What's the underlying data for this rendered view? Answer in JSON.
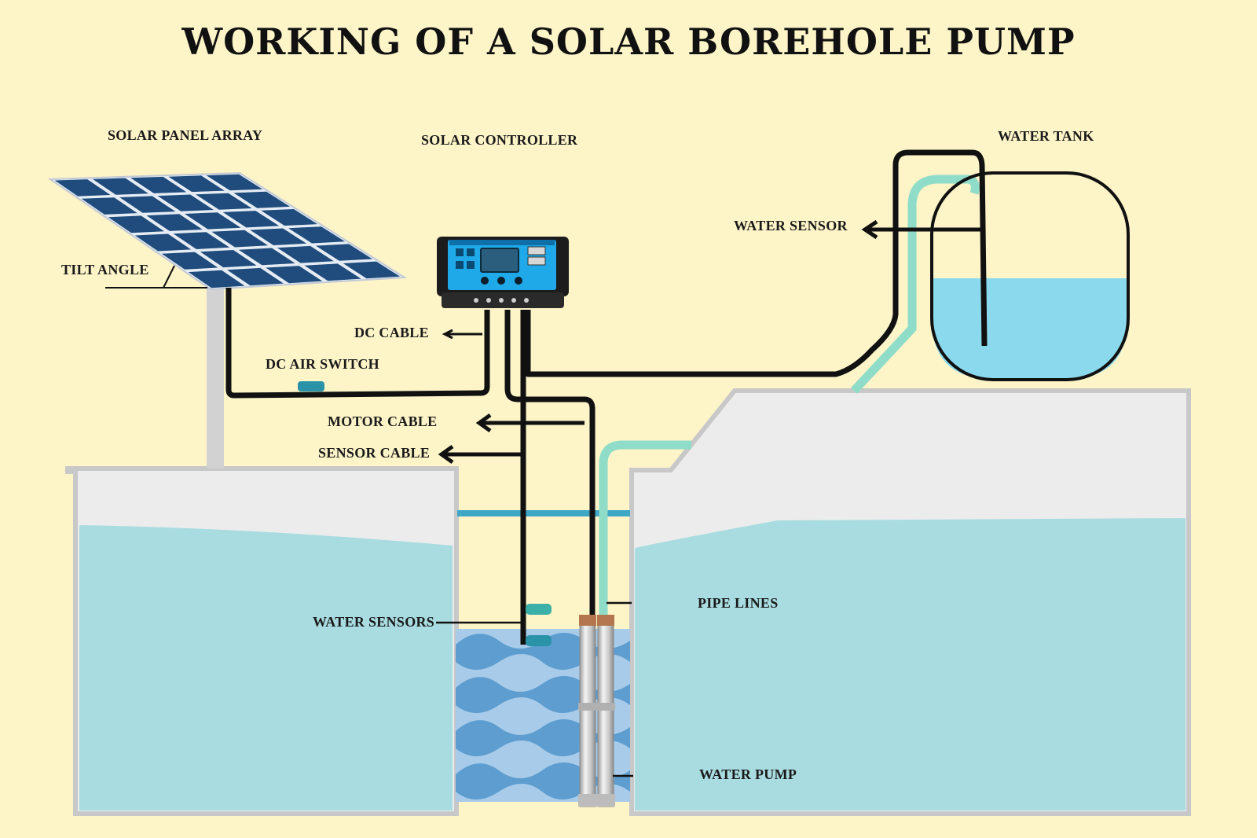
{
  "title": "WORKING OF A SOLAR BOREHOLE PUMP",
  "labels": {
    "solar_panel_array": "SOLAR PANEL ARRAY",
    "solar_controller": "SOLAR CONTROLLER",
    "water_tank": "WATER TANK",
    "water_sensor": "WATER SENSOR",
    "tilt_angle": "TILT ANGLE",
    "dc_cable": "DC CABLE",
    "dc_air_switch": "DC AIR SWITCH",
    "motor_cable": "MOTOR CABLE",
    "sensor_cable": "SENSOR CABLE",
    "water_sensors": "WATER SENSORS",
    "pipe_lines": "PIPE LINES",
    "water_pump": "WATER PUMP"
  },
  "colors": {
    "background": "#fdf4c8",
    "ground": "#ececec",
    "groundwater": "#a9dce0",
    "tank_water": "#8ad9ec",
    "panel_cell": "#1f4c7c",
    "pipe": "#8fdcc8",
    "controller_face": "#1fa9e8",
    "cable": "#111111"
  }
}
